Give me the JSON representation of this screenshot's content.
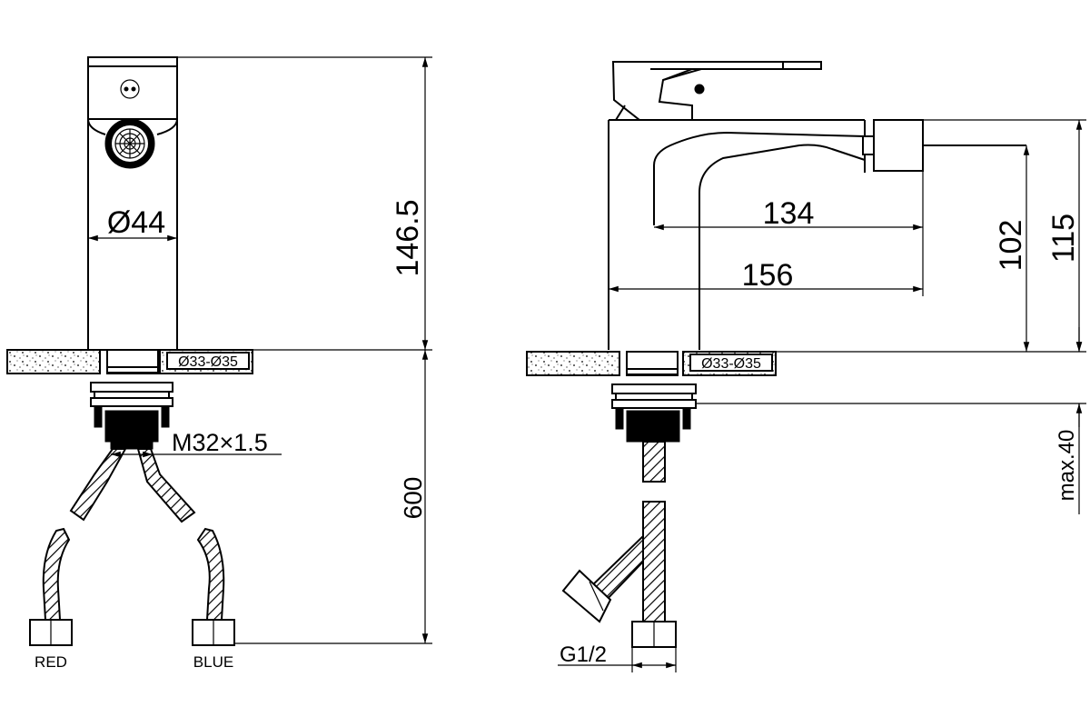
{
  "dimensions": {
    "diameter": "Ø44",
    "height_front": "146.5",
    "hose_length": "600",
    "thread": "M32×1.5",
    "hole_front": "Ø33-Ø35",
    "hole_side": "Ø33-Ø35",
    "reach_spout": "134",
    "reach_total": "156",
    "height_spout": "102",
    "height_total": "115",
    "max_thickness": "max.40",
    "connector": "G1/2"
  },
  "labels": {
    "red": "RED",
    "blue": "BLUE"
  },
  "colors": {
    "line": "#000000",
    "background": "#ffffff"
  }
}
